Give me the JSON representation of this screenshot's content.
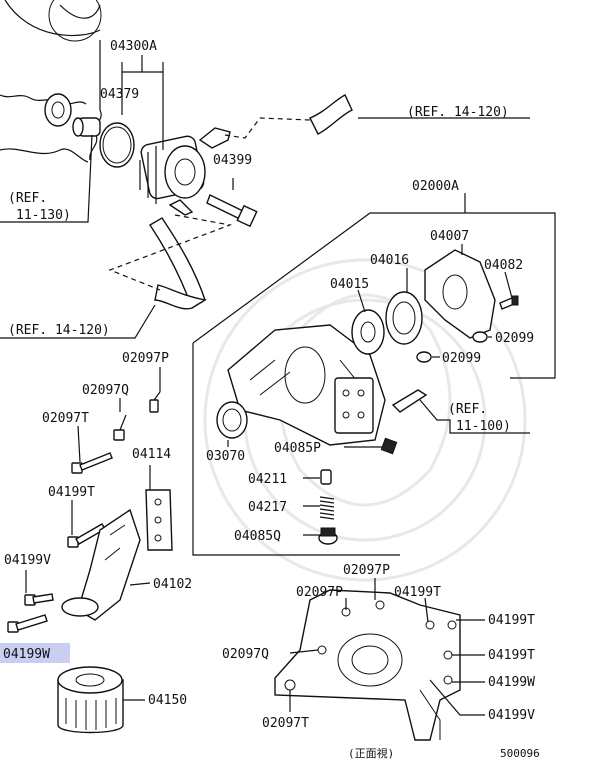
{
  "labels": {
    "p04300A": "04300A",
    "p04379": "04379",
    "p04399": "04399",
    "ref_14_120_top": "(REF. 14-120)",
    "ref_11_130_l1": "(REF.",
    "ref_11_130_l2": "11-130)",
    "ref_14_120_mid": "(REF. 14-120)",
    "p02000A": "02000A",
    "p04007": "04007",
    "p04016": "04016",
    "p04082": "04082",
    "p04015": "04015",
    "p02099_a": "02099",
    "p02099_b": "02099",
    "ref_11_100_l1": "(REF.",
    "ref_11_100_l2": "11-100)",
    "p02097P_a": "02097P",
    "p02097Q_a": "02097Q",
    "p02097T_a": "02097T",
    "p04114": "04114",
    "p03070": "03070",
    "p04085P": "04085P",
    "p04211": "04211",
    "p04217": "04217",
    "p04085Q": "04085Q",
    "p04199T_a": "04199T",
    "p04199V_a": "04199V",
    "p04102": "04102",
    "p04199W_hl": "04199W",
    "p04150": "04150",
    "p02097P_b": "02097P",
    "p02097P_c": "02097P",
    "p04199T_b": "04199T",
    "p04199T_c": "04199T",
    "p04199T_d": "04199T",
    "p02097Q_b": "02097Q",
    "p04199W_b": "04199W",
    "p04199V_b": "04199V",
    "p02097T_b": "02097T",
    "front_view": "(正面視)",
    "diagram_no": "500096"
  },
  "colors": {
    "highlight": "#c9cef2",
    "ink": "#111111"
  }
}
